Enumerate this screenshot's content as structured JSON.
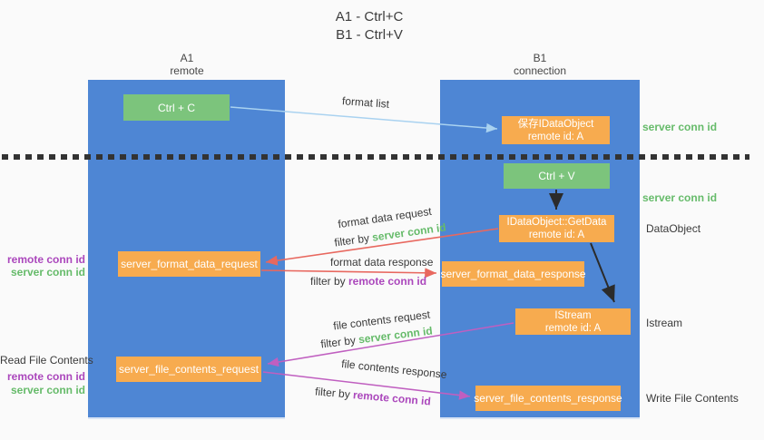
{
  "title": {
    "line1": "A1 - Ctrl+C",
    "line2": "B1 - Ctrl+V"
  },
  "lifelines": {
    "left": {
      "title": "A1",
      "subtitle": "remote"
    },
    "right": {
      "title": "B1",
      "subtitle": "connection"
    }
  },
  "nodes": {
    "ctrl_c": {
      "label": "Ctrl + C"
    },
    "ctrl_v": {
      "label": "Ctrl + V"
    },
    "save_dataobject": {
      "line1": "保存IDataObject",
      "line2": "remote id: A"
    },
    "getdata": {
      "line1": "IDataObject::GetData",
      "line2": "remote id: A"
    },
    "istream": {
      "line1": "IStream",
      "line2": "remote id: A"
    },
    "format_request": {
      "label": "server_format_data_request"
    },
    "format_response": {
      "label": "server_format_data_response"
    },
    "file_request": {
      "label": "server_file_contents_request"
    },
    "file_response": {
      "label": "server_file_contents_response"
    }
  },
  "arrow_labels": {
    "format_list": "format list",
    "format_data_request": "format data request",
    "format_data_response": "format data response",
    "file_contents_request": "file contents request",
    "file_contents_response": "file contents response",
    "filter_by": "filter by",
    "server_conn_id": "server conn id",
    "remote_conn_id": "remote conn id"
  },
  "side_labels": {
    "server_conn_id": "server conn id",
    "remote_conn_id": "remote conn id",
    "dataobject": "DataObject",
    "istream": "Istream",
    "write_file_contents": "Write File Contents",
    "read_file_contents": "Read File Contents"
  },
  "colors": {
    "lifeline_blue": "#4e86d4",
    "node_orange": "#f7ab4f",
    "node_green": "#7cc47c",
    "arrow_red": "#e8685f",
    "arrow_purple": "#c05fc0",
    "arrow_blue": "#a9d2f0",
    "arrow_black": "#2b2b2b",
    "text_green": "#66bb6a",
    "text_purple": "#ab47bc",
    "background": "#fafafa"
  }
}
